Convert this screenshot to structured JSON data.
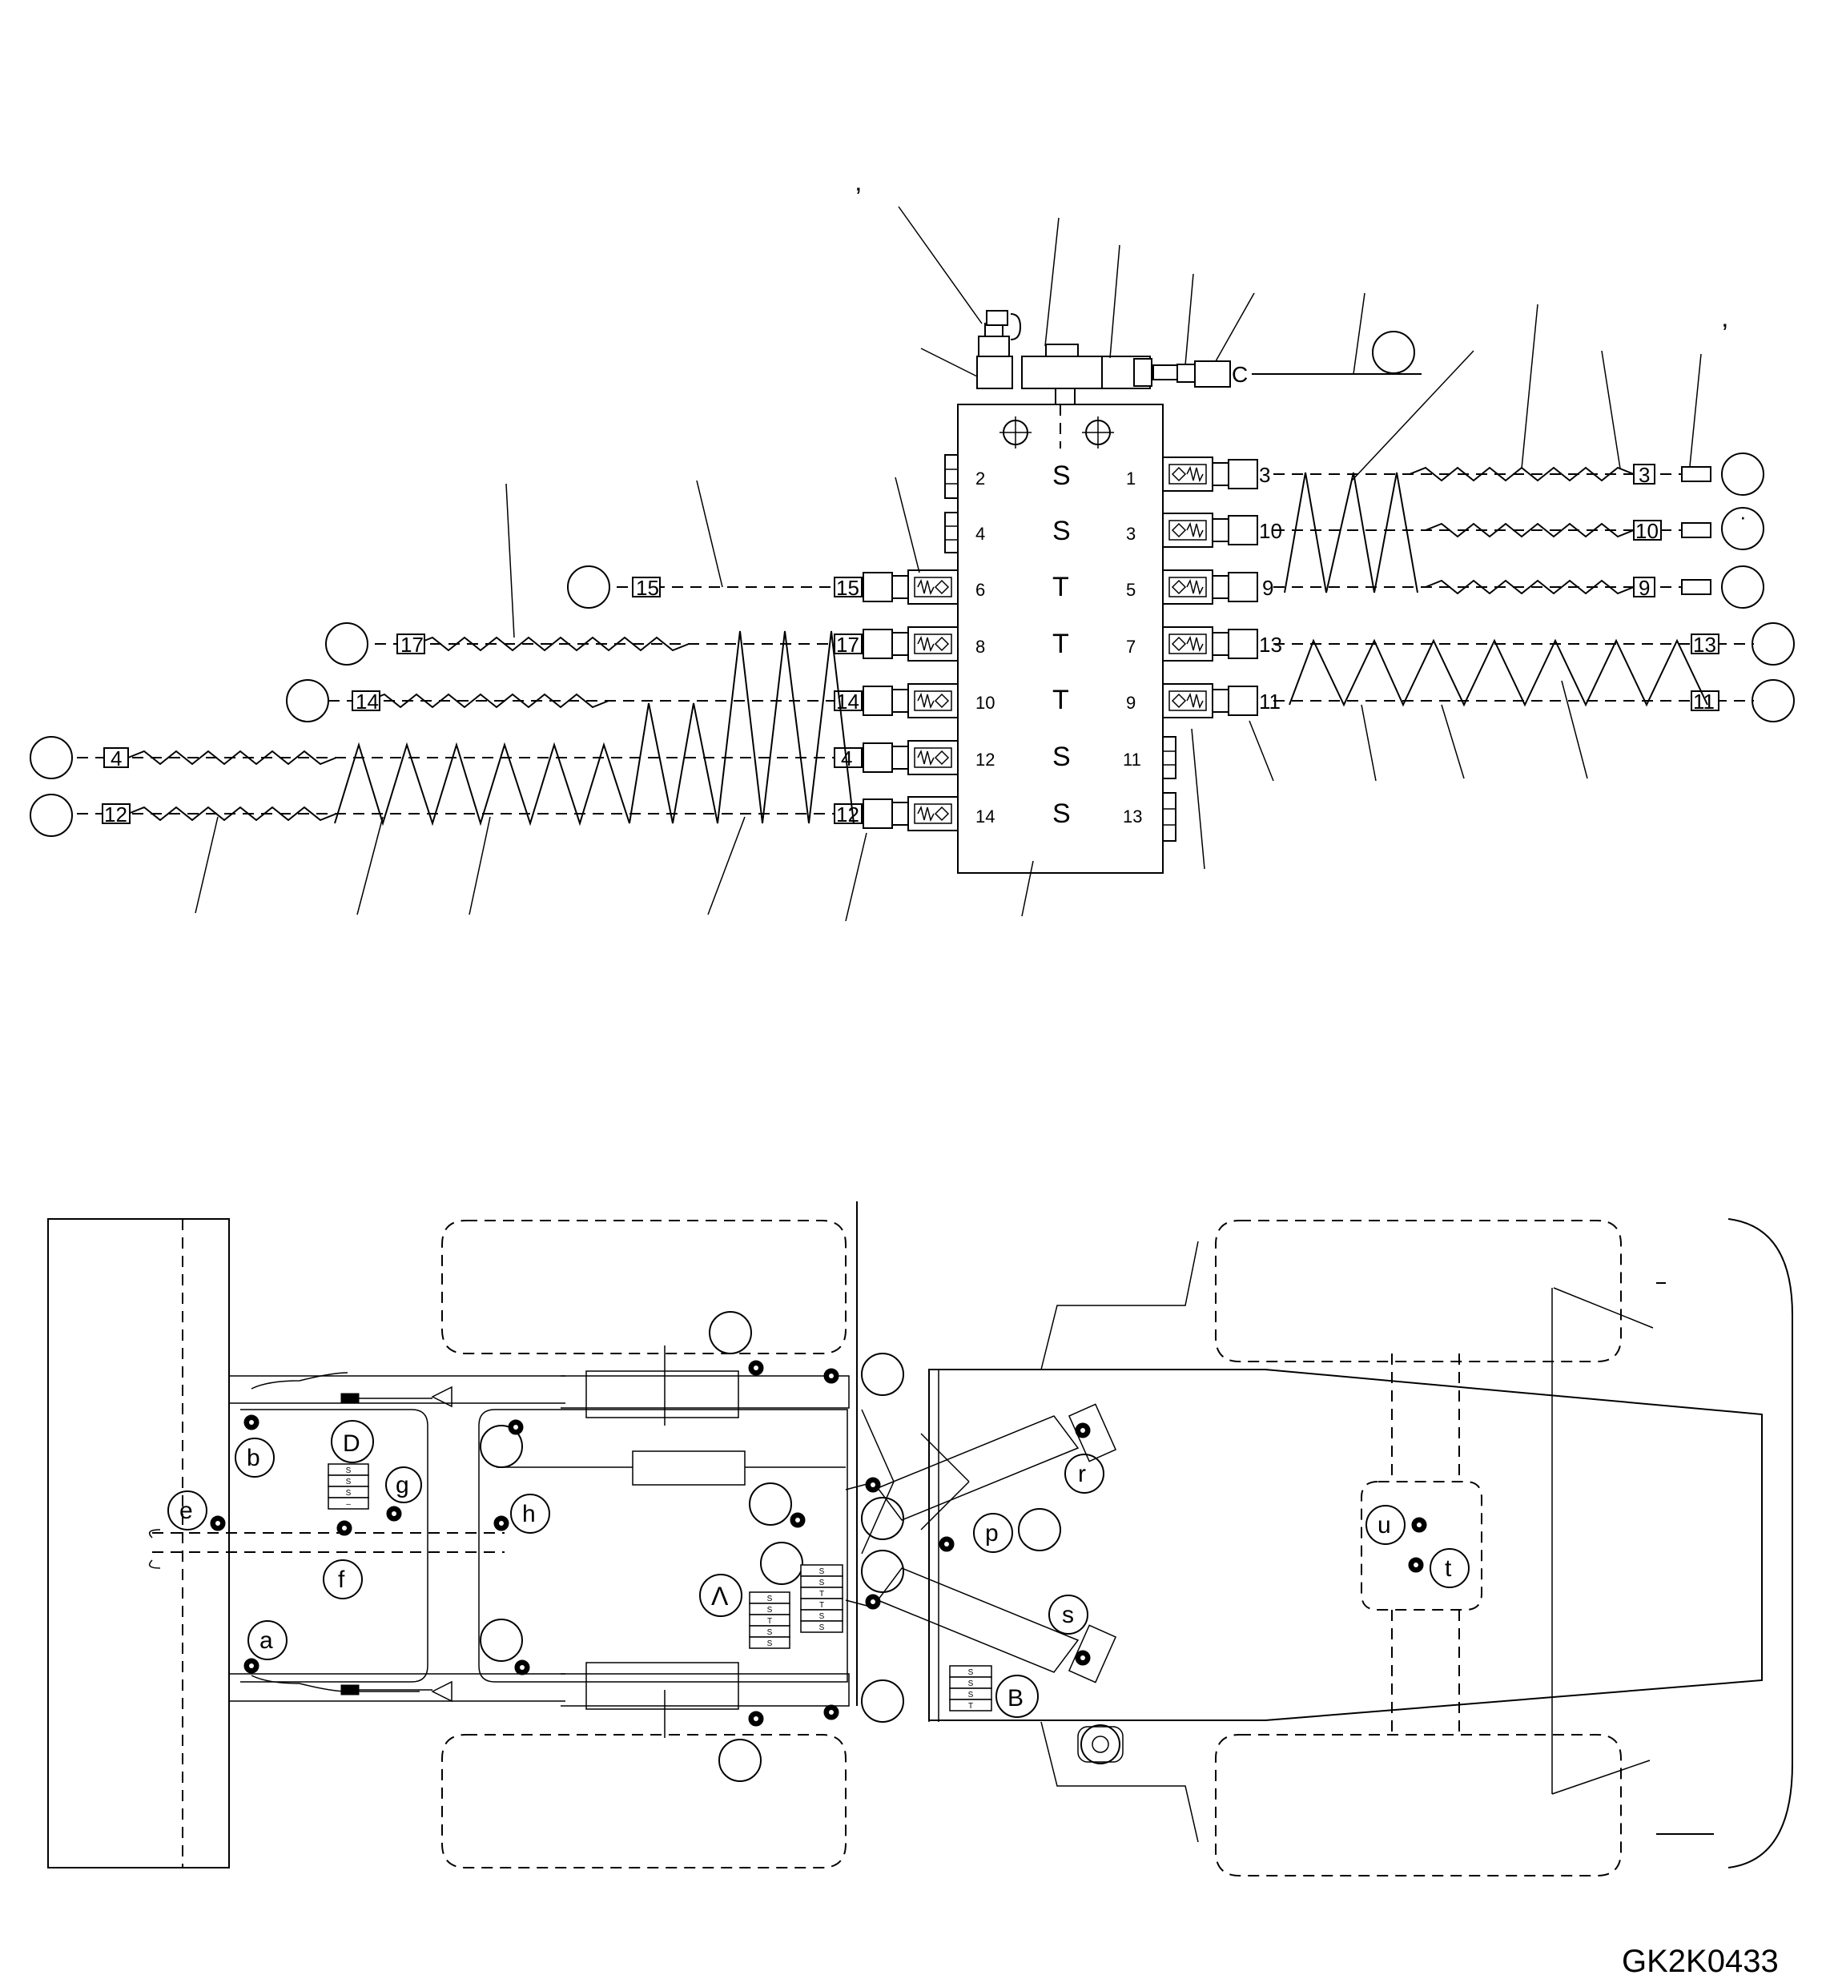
{
  "drawing_code": "GK2K0433",
  "marks": {
    "apostrophe": "’"
  },
  "block": {
    "left_ports": [
      "2",
      "4",
      "6",
      "8",
      "10",
      "12",
      "14"
    ],
    "right_ports": [
      "1",
      "3",
      "5",
      "7",
      "9",
      "11",
      "13"
    ],
    "center_letters": [
      "S",
      "S",
      "T",
      "T",
      "T",
      "S",
      "S"
    ]
  },
  "fitting_c": "C",
  "hose_tags": {
    "r1": "3",
    "r2": "10",
    "r3": "9",
    "r4": "13",
    "r5": "11",
    "l1": "15",
    "l2": "17",
    "l3": "14",
    "l4": "4",
    "l5": "12"
  },
  "callout_dot": "·",
  "chassis_labels": {
    "a": "a",
    "b": "b",
    "e": "e",
    "f": "f",
    "g": "g",
    "h": "h",
    "p": "p",
    "r": "r",
    "s": "s",
    "u": "u",
    "t": "t",
    "A": "Λ",
    "B": "B",
    "D": "D"
  },
  "stack_letters": {
    "D": [
      "S",
      "S",
      "S",
      "–"
    ],
    "A1": [
      "S",
      "S",
      "T",
      "S",
      "S"
    ],
    "A2": [
      "S",
      "S",
      "T",
      "T",
      "S",
      "S"
    ],
    "B": [
      "S",
      "S",
      "S",
      "T"
    ]
  }
}
